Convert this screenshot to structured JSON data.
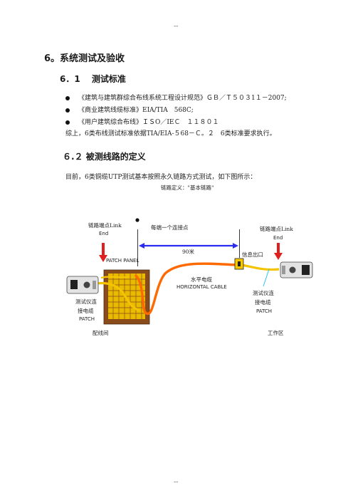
{
  "header_mark": "--",
  "footer_mark": "--",
  "section_title": "6。系统测试及验收",
  "subsection1": "6．1　 测试标准",
  "bullets": [
    "《建筑与建筑群综合布线系统工程设计规范》ＧＢ／Ｔ５０３1１－2007;",
    "《商业建筑线缆标准》EIA/TIA　568C;",
    "《用户建筑综合布线》ＩＳO／IEＣ　１１８０１"
  ],
  "summary": "综上，6类布线测试标准依据TIA/EIA-５68－Ｃ。２　6类标准要求执行。",
  "subsection2": "６.２ 被测线路的定义",
  "intro": "目前，6类铜缆UTP测试基本按照永久链路方式测试，如下图所示：",
  "figure": {
    "caption": "链路定义：\"基本链路\"",
    "left_end_cn": "链路端点Link",
    "left_end_en": "End",
    "right_end_cn": "链路端点Link",
    "right_end_en": "End",
    "connector_note": "每端一个连接点",
    "distance": "90米",
    "outlet": "信息出口",
    "patch_panel": "PATCH PANEL",
    "horizontal_cn": "水平电缆",
    "horizontal_en": "HORIZONTAL CABLE",
    "left_tester_1": "测试仪连",
    "left_tester_2": "接电缆",
    "left_tester_3": "PATCH",
    "right_tester_1": "测试仪连",
    "right_tester_2": "接电缆",
    "right_tester_3": "PATCH",
    "distribution_room": "配线间",
    "work_area": "工作区",
    "colors": {
      "yellow_cable": "#f5c400",
      "orange_cable": "#ff6a00",
      "arrow_red": "#e0201e",
      "distance_blue": "#2a2cf2",
      "cyan_pointer": "#2fc2e6",
      "panel_brown": "#8a4b1a",
      "tester_gray": "#e3e3e3"
    }
  }
}
